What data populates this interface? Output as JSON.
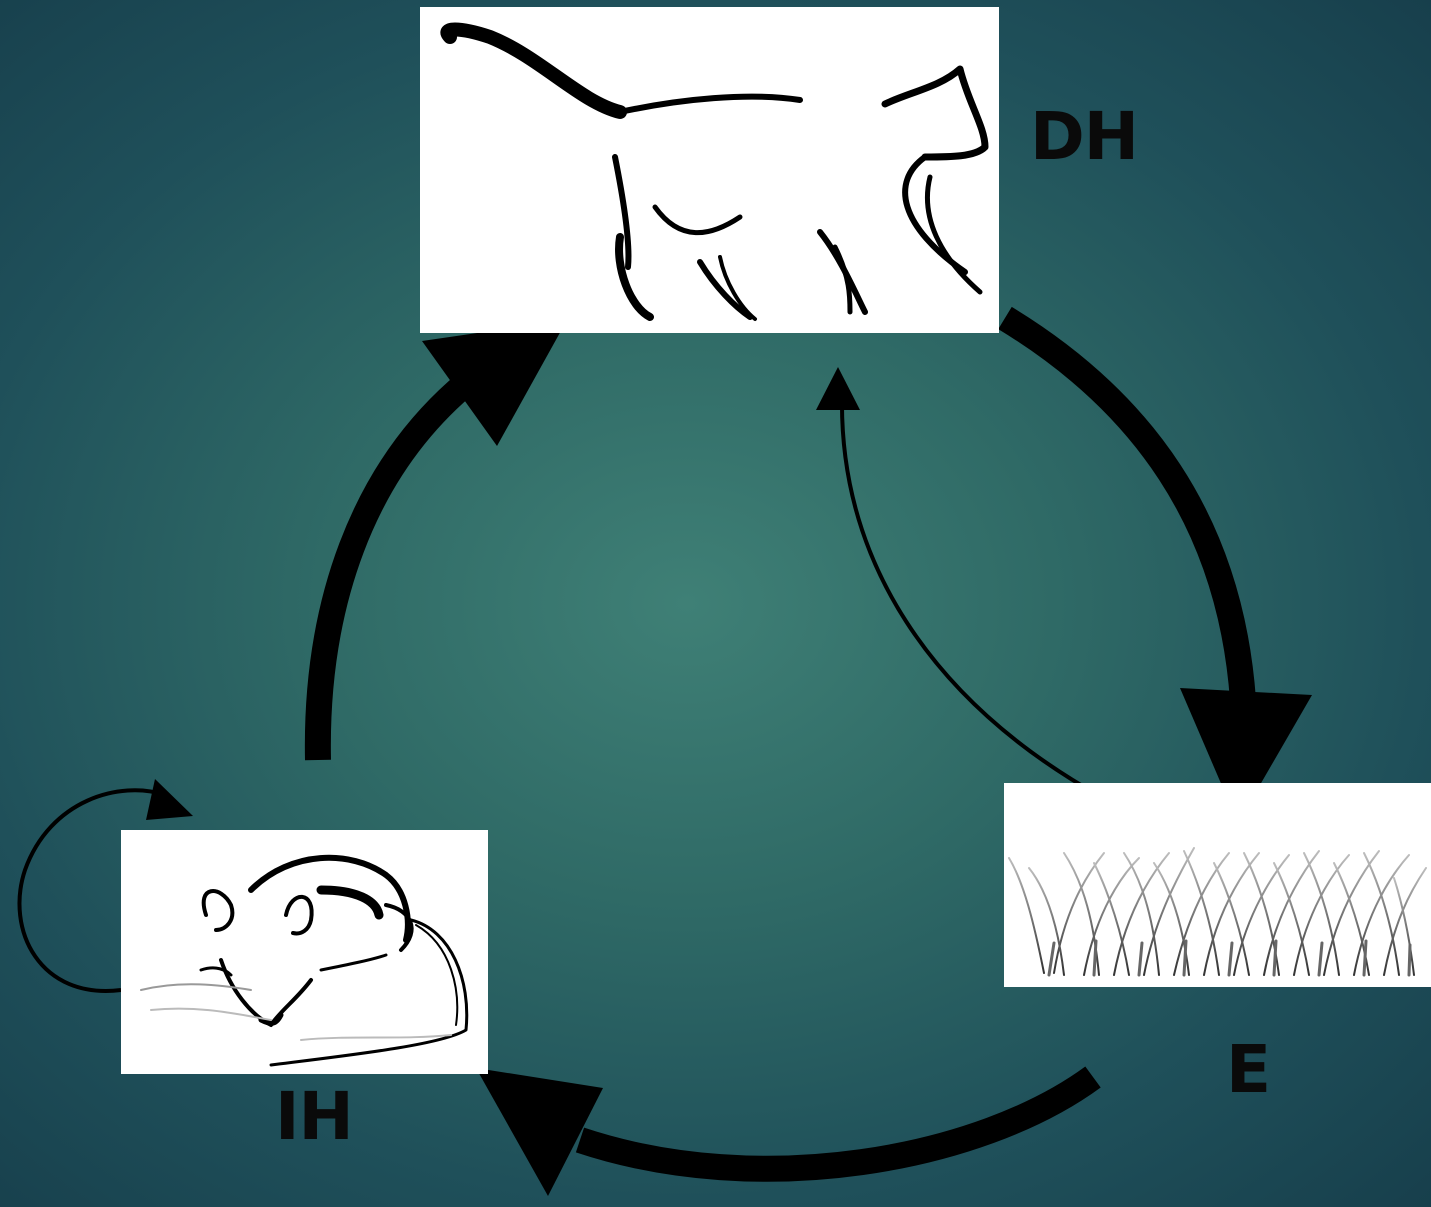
{
  "diagram": {
    "nodes": {
      "definitive_host": {
        "label": "DH",
        "image": "cat-silhouette"
      },
      "intermediate_host": {
        "label": "IH",
        "image": "mouse-sketch"
      },
      "environment": {
        "label": "E",
        "image": "grass-sketch"
      }
    },
    "edges": [
      {
        "from": "DH",
        "to": "E",
        "style": "thick"
      },
      {
        "from": "E",
        "to": "IH",
        "style": "thick"
      },
      {
        "from": "IH",
        "to": "DH",
        "style": "thick"
      },
      {
        "from": "E",
        "to": "DH",
        "style": "thin"
      },
      {
        "from": "IH",
        "to": "IH",
        "style": "thin-loop"
      }
    ],
    "colors": {
      "background": "#2f6a66",
      "arrow": "#000000",
      "panel": "#ffffff"
    }
  }
}
